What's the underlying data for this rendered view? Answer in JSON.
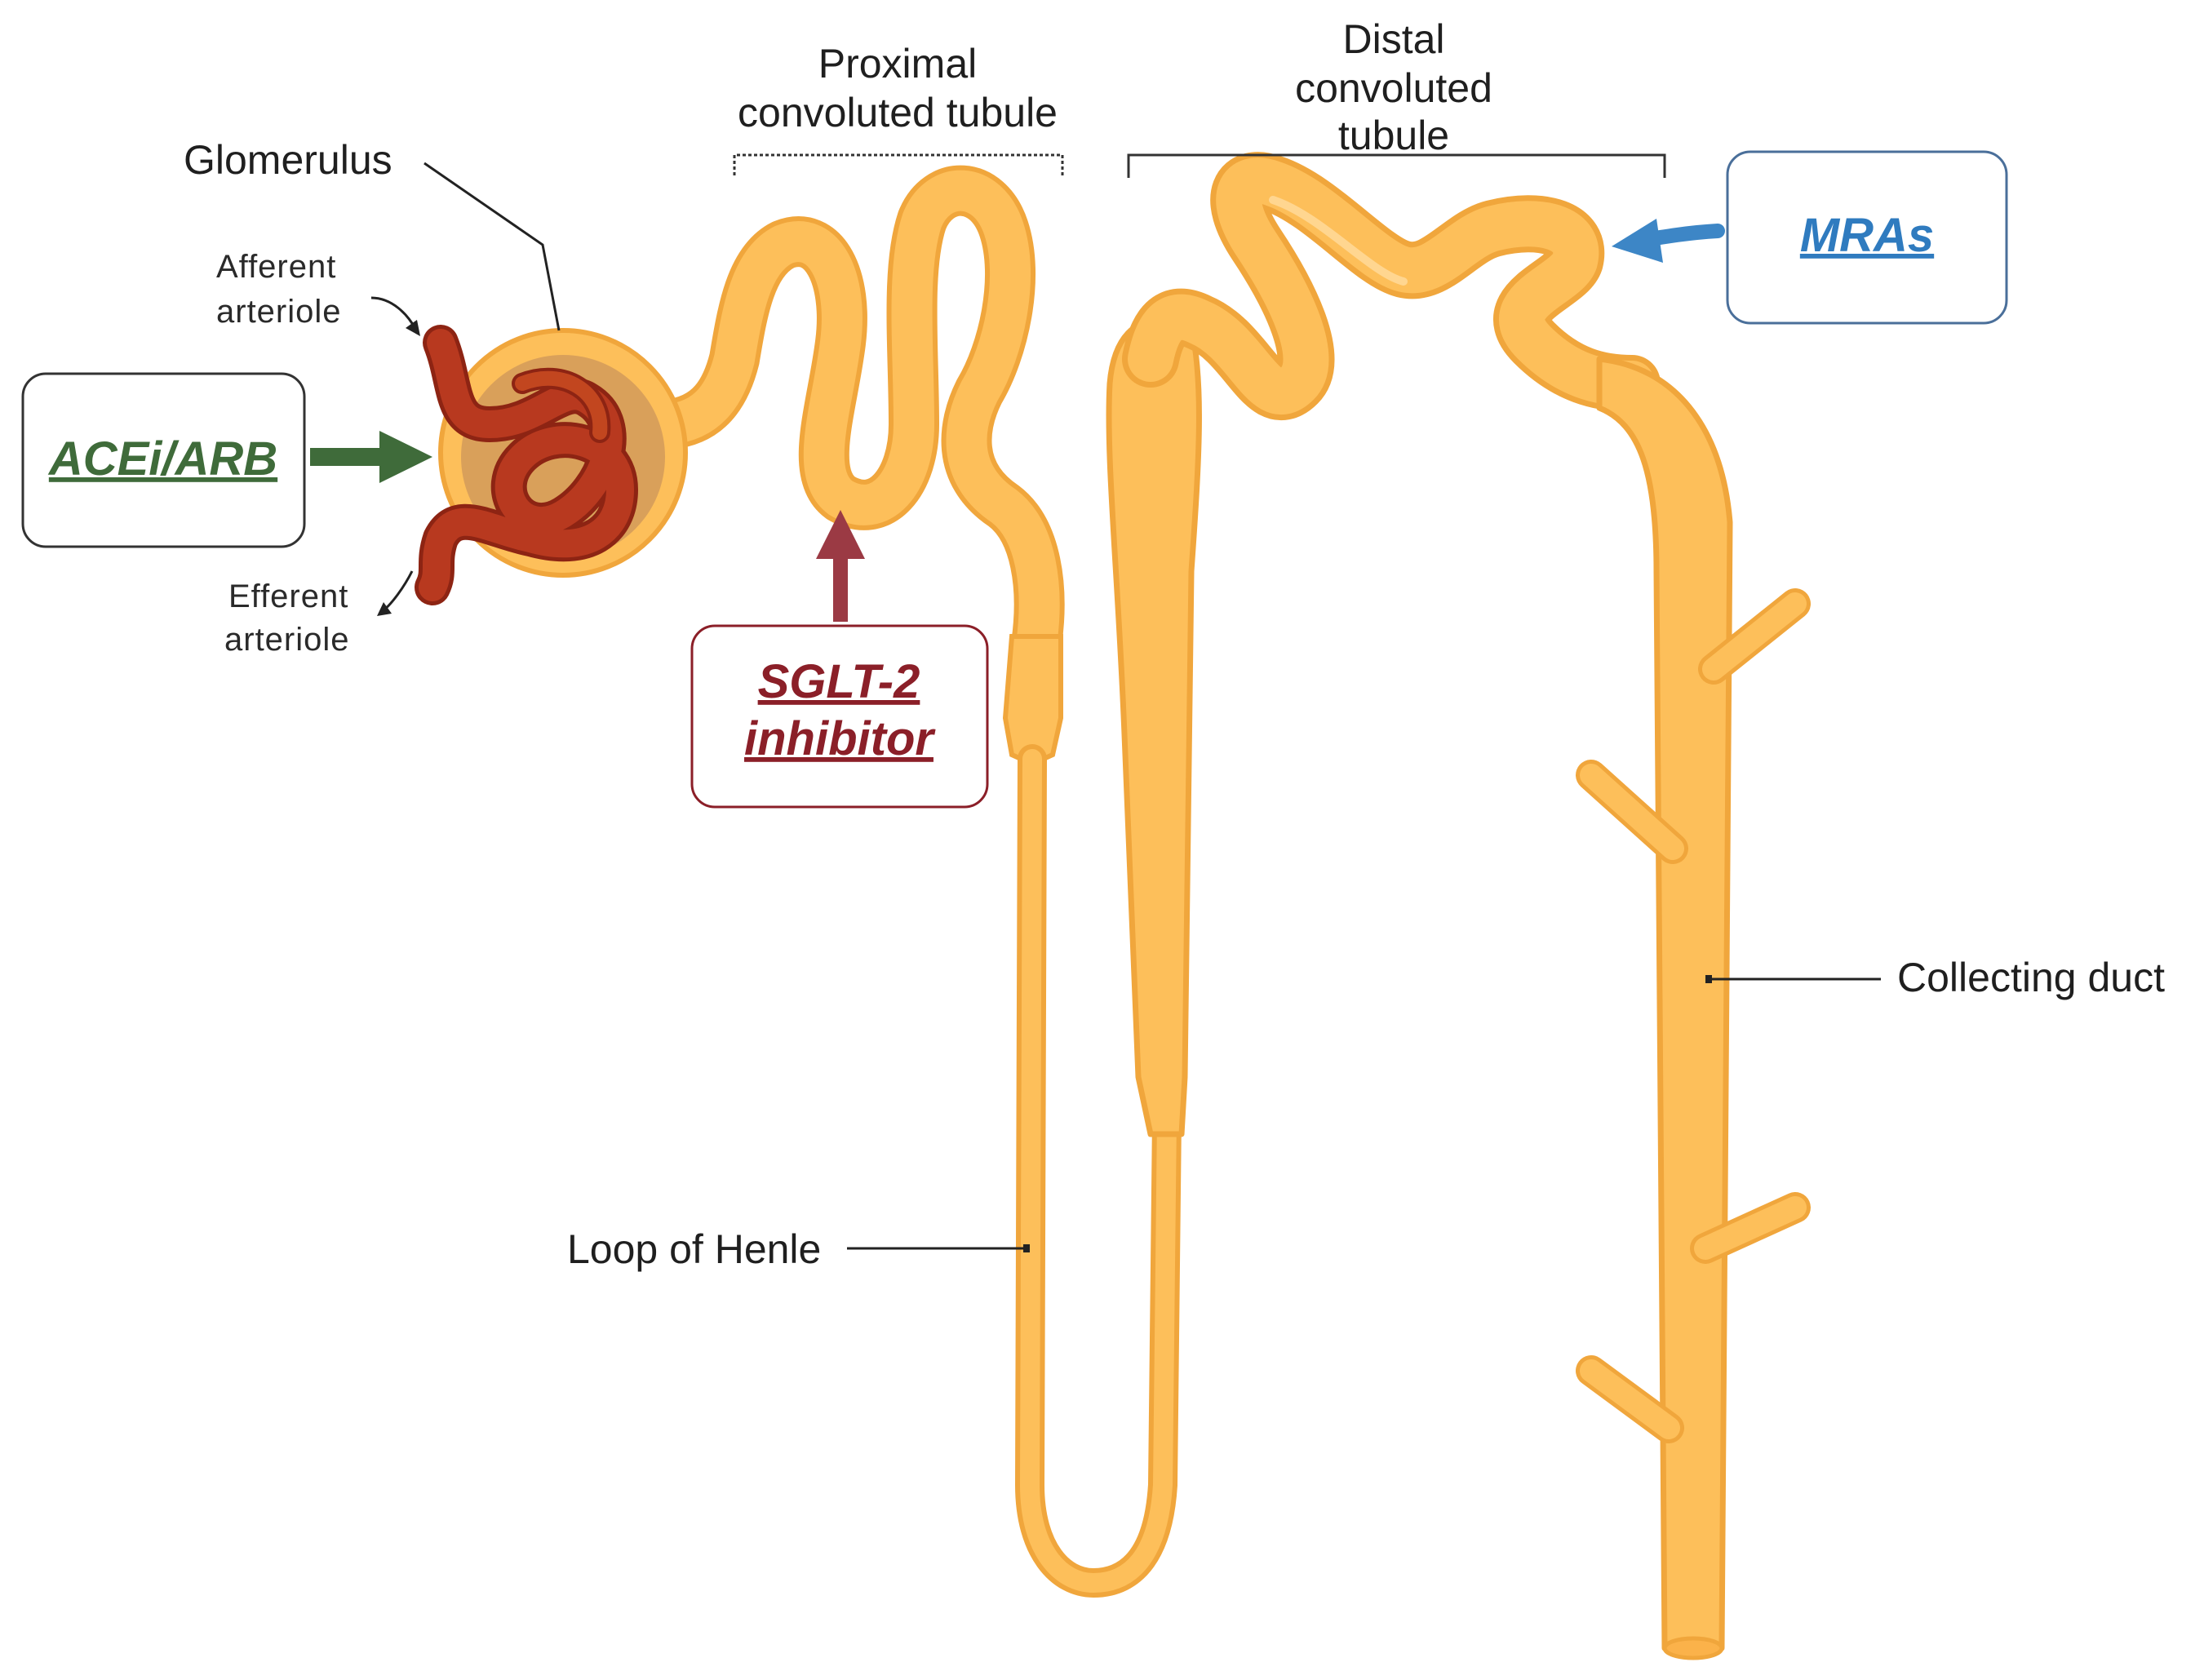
{
  "labels": {
    "glomerulus": "Glomerulus",
    "afferent": [
      "Afferent",
      "arteriole"
    ],
    "efferent": [
      "Efferent",
      "arteriole"
    ],
    "proximal": [
      "Proximal",
      "convoluted tubule"
    ],
    "distal": [
      "Distal",
      "convoluted",
      "tubule"
    ],
    "loop_of_henle": "Loop of Henle",
    "collecting_duct": "Collecting duct"
  },
  "drugs": {
    "acei_arb": {
      "text": "ACEi/ARB",
      "color": "#3f6b3a"
    },
    "sglt2": {
      "lines": [
        "SGLT-2",
        "inhibitor"
      ],
      "color": "#8b1f28"
    },
    "mras": {
      "text": "MRAs",
      "color": "#2f7bbf"
    }
  },
  "colors": {
    "tubule_fill": "#fdbf5a",
    "tubule_edge": "#f0a63c",
    "vessel": "#b8391f",
    "vessel_dark": "#8d2413",
    "capsule": "#d9a05a"
  }
}
